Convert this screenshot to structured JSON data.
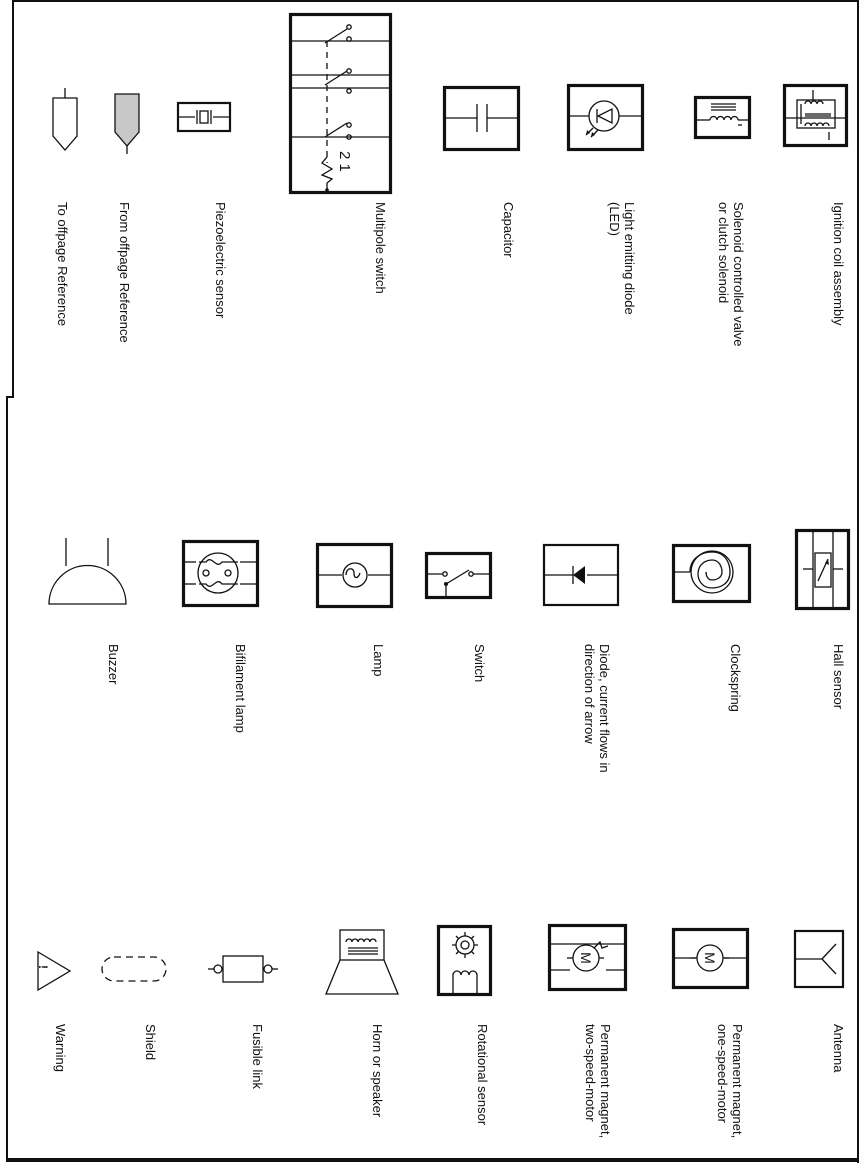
{
  "symbols": {
    "to_offpage_reference": "To offpage Reference",
    "from_offpage_reference": "From offpage Reference",
    "piezoelectric_sensor": "Piezoelectric sensor",
    "multipole_switch": "Multipole switch",
    "multipole_switch_positions": "2 1",
    "capacitor": "Capacitor",
    "led": "Light emitting diode\n(LED)",
    "solenoid_valve": "Solenoid controlled valve\nor clutch solenoid",
    "ignition_coil": "Ignition coil assembly",
    "buzzer": "Buzzer",
    "bifilament_lamp": "Bifilament lamp",
    "lamp": "Lamp",
    "switch": "Switch",
    "diode": "Diode, current flows in\ndirection of arrow",
    "clockspring": "Clockspring",
    "hall_sensor": "Hall sensor",
    "warning": "Warning",
    "warning_mark": "!",
    "shield": "Shield",
    "fusible_link": "Fusible link",
    "horn_or_speaker": "Horn or speaker",
    "rotational_sensor": "Rotational sensor",
    "two_speed_motor": "Permanent magnet,\ntwo-speed-motor",
    "one_speed_motor": "Permanent magnet,\none-speed-motor",
    "motor_letter": "M",
    "antenna": "Antenna"
  }
}
